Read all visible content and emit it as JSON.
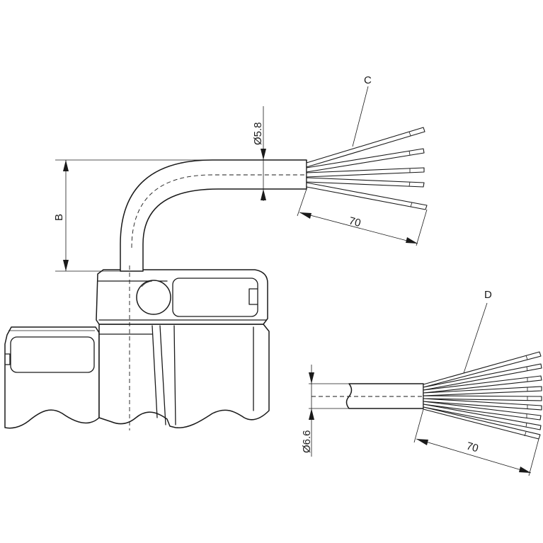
{
  "labels": {
    "upper_cable_callout": "C",
    "lower_cable_callout": "D",
    "height_dimension": "B",
    "upper_diameter": "Ø5.8",
    "upper_strip_length": "70",
    "lower_diameter": "Ø6.6",
    "lower_strip_length": "70"
  }
}
